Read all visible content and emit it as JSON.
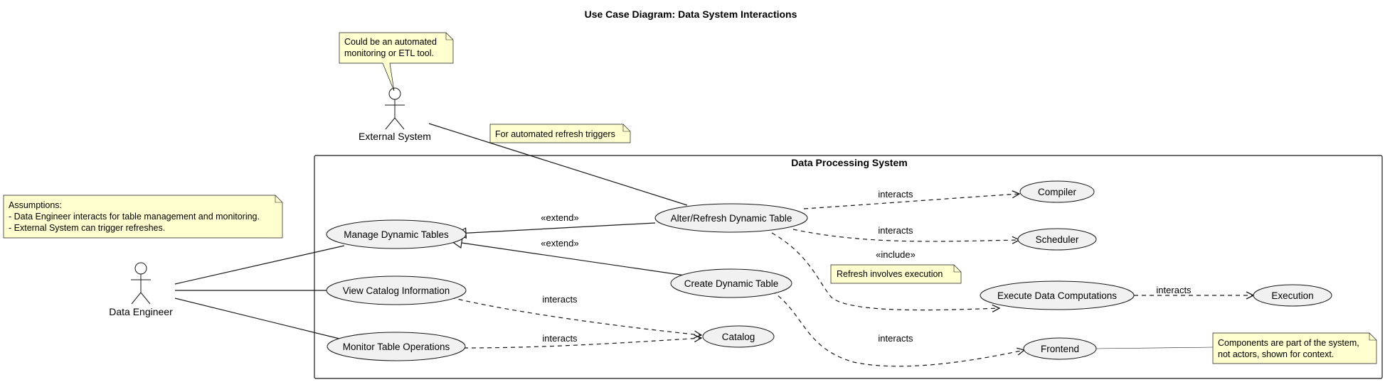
{
  "title": "Use Case Diagram: Data System Interactions",
  "system": {
    "title": "Data Processing System"
  },
  "actors": {
    "data_engineer": "Data Engineer",
    "external_system": "External System"
  },
  "use_cases": {
    "manage": "Manage Dynamic Tables",
    "view_catalog": "View Catalog Information",
    "monitor": "Monitor Table Operations",
    "alter_refresh": "Alter/Refresh Dynamic Table",
    "create": "Create Dynamic Table",
    "compiler": "Compiler",
    "scheduler": "Scheduler",
    "execute": "Execute Data Computations",
    "execution": "Execution",
    "catalog": "Catalog",
    "frontend": "Frontend"
  },
  "notes": {
    "external": [
      "Could be an automated",
      "monitoring or ETL tool."
    ],
    "refresh_triggers": [
      "For automated refresh triggers"
    ],
    "assumptions": [
      "Assumptions:",
      "- Data Engineer interacts for table management and monitoring.",
      "- External System can trigger refreshes."
    ],
    "refresh_exec": [
      "Refresh involves execution"
    ],
    "components": [
      "Components are part of the system,",
      "not actors, shown for context."
    ]
  },
  "edge_labels": {
    "extend": "«extend»",
    "include": "«include»",
    "interacts": "interacts"
  }
}
